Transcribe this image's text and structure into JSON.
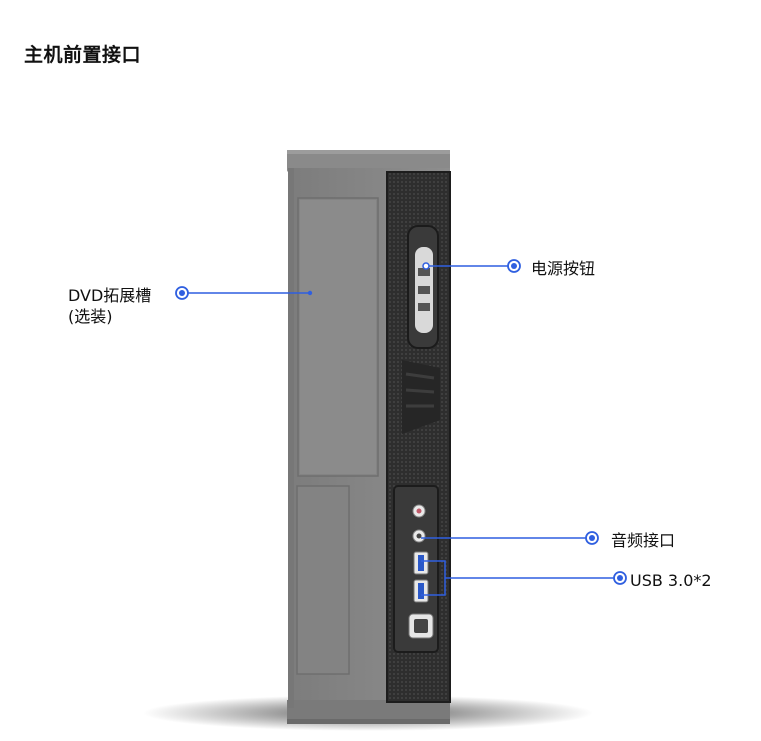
{
  "title": "主机前置接口",
  "callouts": {
    "dvd_line1": "DVD拓展槽",
    "dvd_line2": "(选装)",
    "power": "电源按钮",
    "audio": "音频接口",
    "usb": "USB 3.0*2"
  },
  "colors": {
    "callout_line": "#2f5fe0",
    "case_body": "#868686",
    "case_dark_panel": "#2b2b2b"
  }
}
